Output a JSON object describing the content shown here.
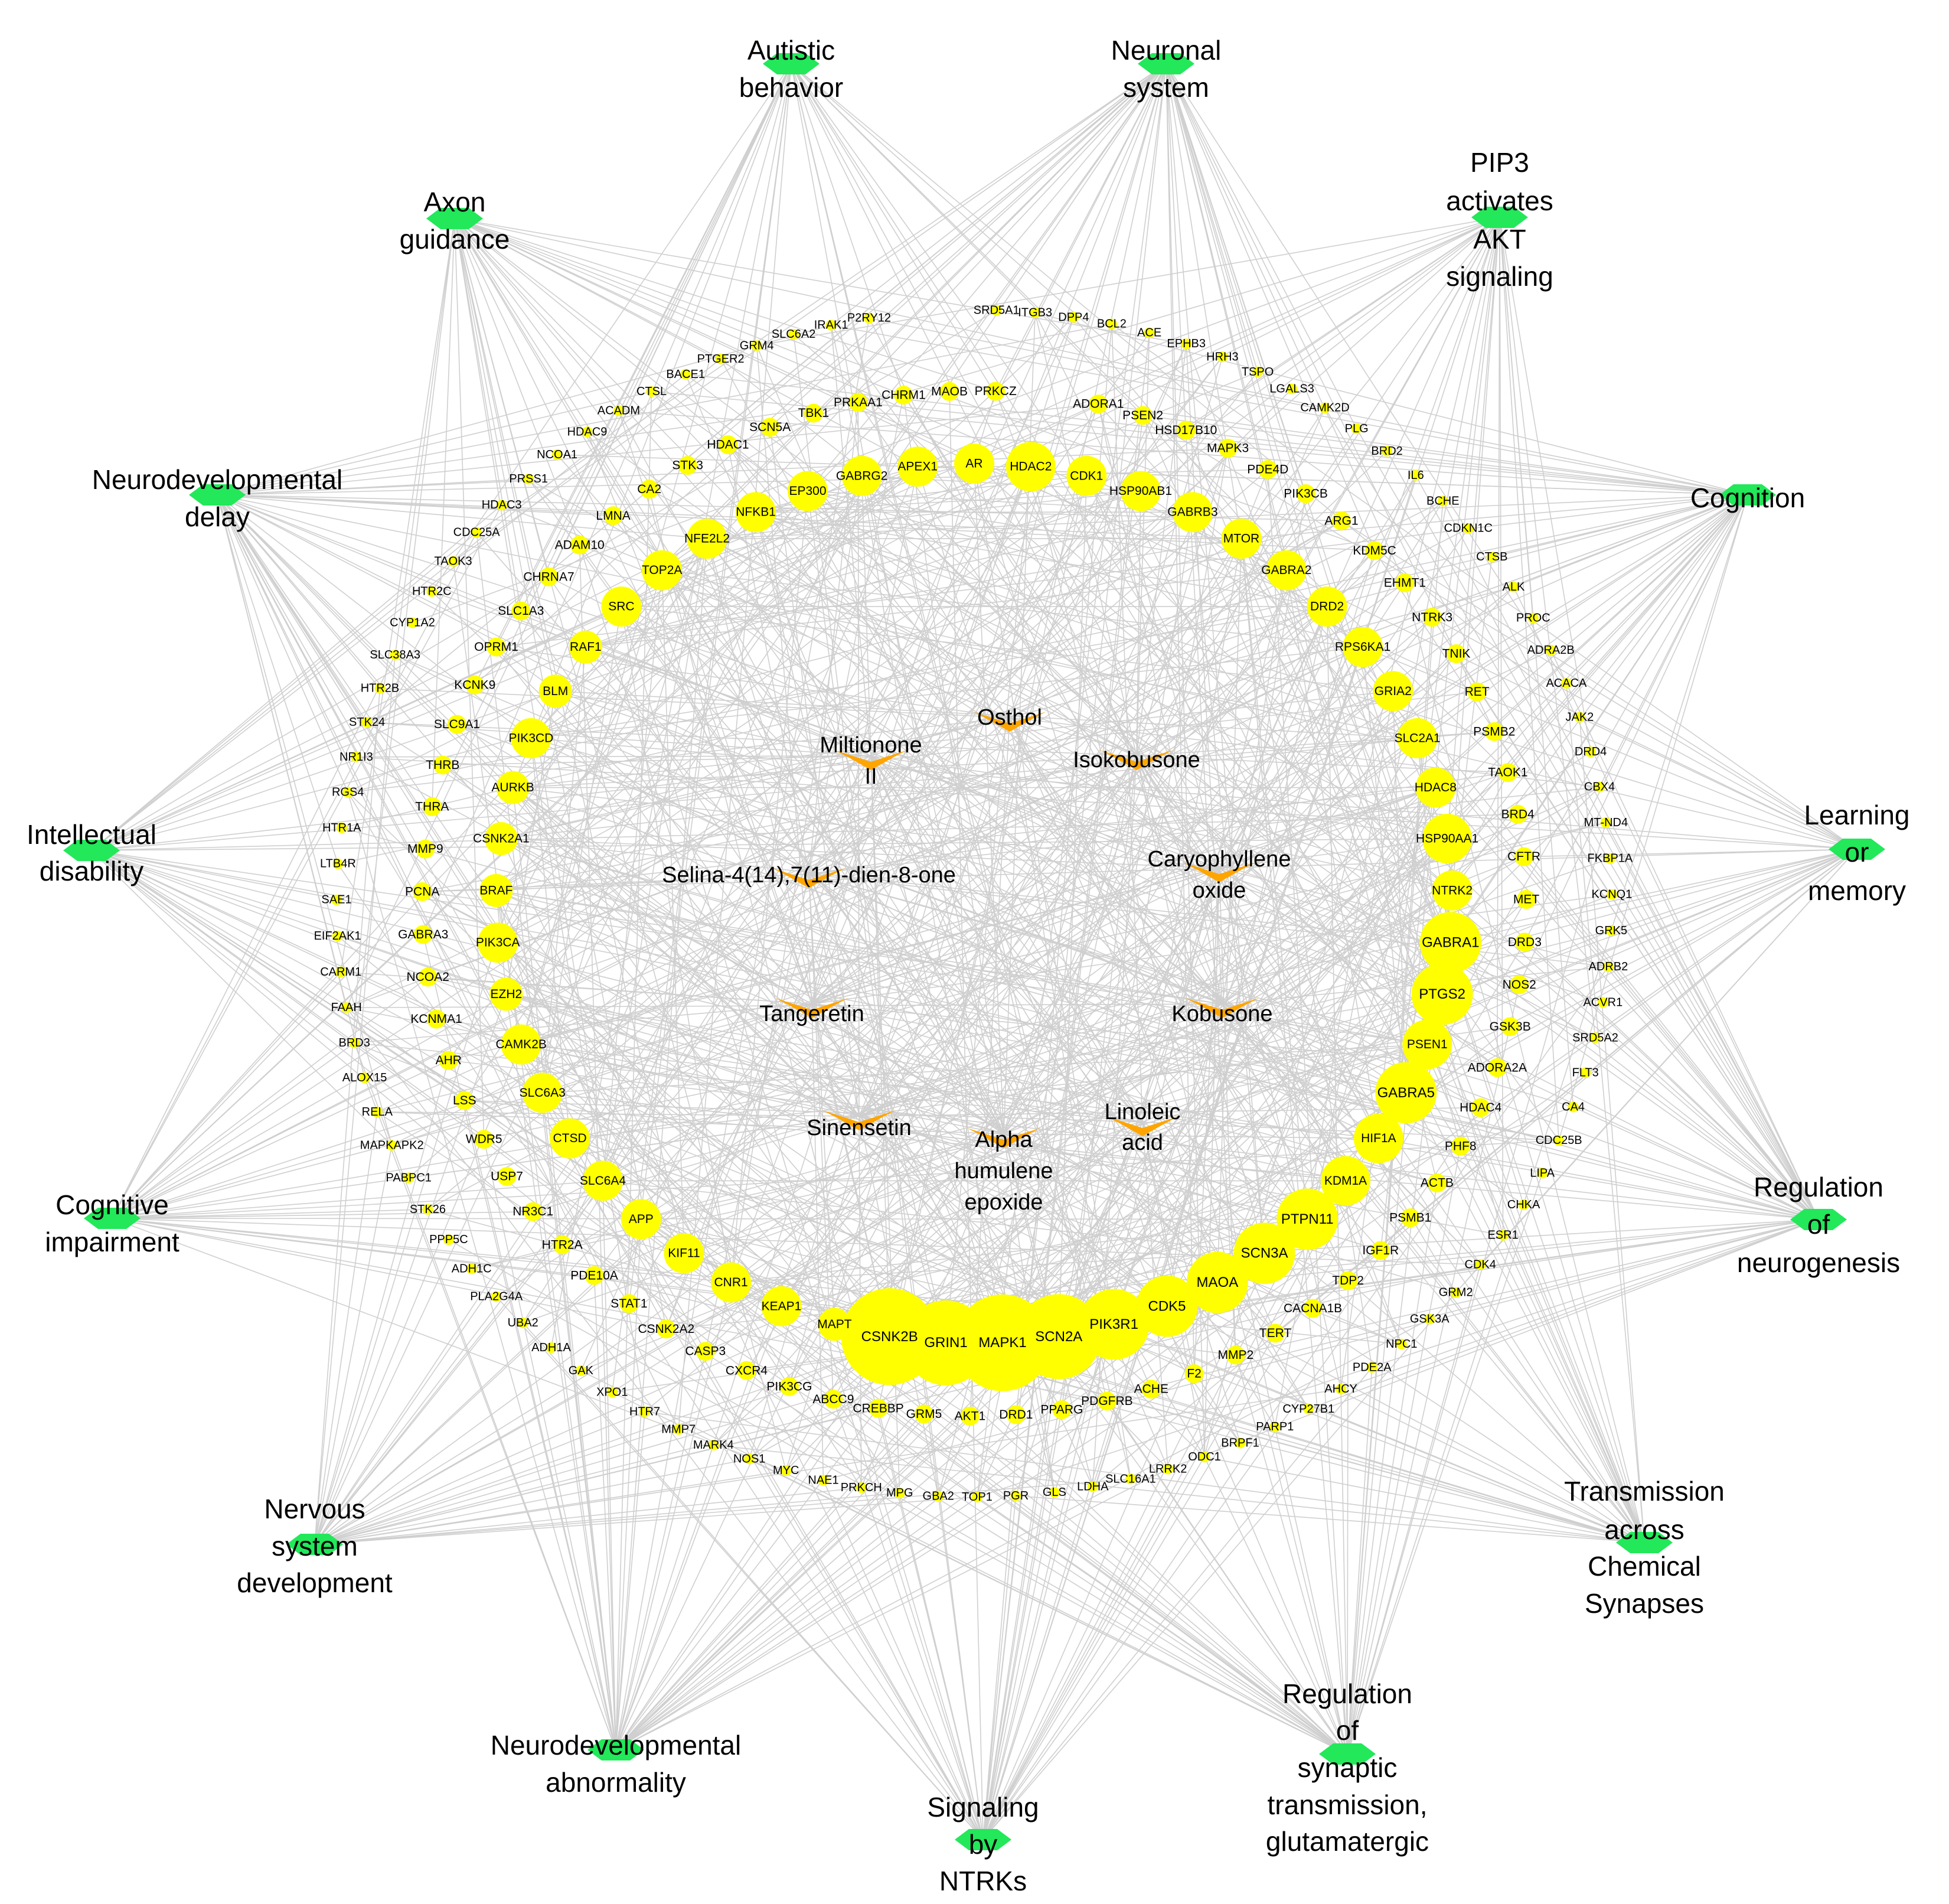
{
  "colors": {
    "background": "#ffffff",
    "edge": "#cfcfcf",
    "gene_node": "#ffff00",
    "compound_node": "#ffa500",
    "pathway_node": "#22e85a",
    "text": "#000000"
  },
  "node_shapes": {
    "gene": "circle",
    "compound": "v-shape",
    "pathway": "hexagon"
  },
  "compounds": [
    {
      "id": "osthol",
      "label": [
        "Osthol"
      ]
    },
    {
      "id": "miltionone",
      "label": [
        "Miltionone",
        "II"
      ]
    },
    {
      "id": "isokobusone",
      "label": [
        "Isokobusone"
      ]
    },
    {
      "id": "selina",
      "label": [
        "Selina-4(14),7(11)-dien-8-one"
      ]
    },
    {
      "id": "caryophyllene",
      "label": [
        "Caryophyllene",
        "oxide"
      ]
    },
    {
      "id": "tangeretin",
      "label": [
        "Tangeretin"
      ]
    },
    {
      "id": "kobusone",
      "label": [
        "Kobusone"
      ]
    },
    {
      "id": "sinensetin",
      "label": [
        "Sinensetin"
      ]
    },
    {
      "id": "linoleic",
      "label": [
        "Linoleic",
        "acid"
      ]
    },
    {
      "id": "humulene",
      "label": [
        "Alpha",
        "humulene",
        "epoxide"
      ]
    }
  ],
  "pathways": [
    {
      "id": "autistic",
      "label": [
        "Autistic",
        "behavior"
      ]
    },
    {
      "id": "neuronal",
      "label": [
        "Neuronal",
        "system"
      ]
    },
    {
      "id": "pip3",
      "label": [
        "PIP3",
        "activates",
        "AKT",
        "signaling"
      ]
    },
    {
      "id": "cognition",
      "label": [
        "Cognition"
      ]
    },
    {
      "id": "learning",
      "label": [
        "Learning",
        "or",
        "memory"
      ]
    },
    {
      "id": "neurogenesis",
      "label": [
        "Regulation",
        "of",
        "neurogenesis"
      ]
    },
    {
      "id": "transmission",
      "label": [
        "Transmission",
        "across",
        "Chemical",
        "Synapses"
      ]
    },
    {
      "id": "glutamatergic",
      "label": [
        "Regulation",
        "of",
        "synaptic",
        "transmission,",
        "glutamatergic"
      ]
    },
    {
      "id": "ntrks",
      "label": [
        "Signaling",
        "by",
        "NTRKs"
      ]
    },
    {
      "id": "neuroabn",
      "label": [
        "Neurodevelopmental",
        "abnormality"
      ]
    },
    {
      "id": "nervous",
      "label": [
        "Nervous",
        "system",
        "development"
      ]
    },
    {
      "id": "cogimp",
      "label": [
        "Cognitive",
        "impairment"
      ]
    },
    {
      "id": "intellectual",
      "label": [
        "Intellectual",
        "disability"
      ]
    },
    {
      "id": "neurodelay",
      "label": [
        "Neurodevelopmental",
        "delay"
      ]
    },
    {
      "id": "axon",
      "label": [
        "Axon",
        "guidance"
      ]
    }
  ],
  "outer_genes": [
    "SRD5A1",
    "ITGB3",
    "DPP4",
    "BCL2",
    "ACE",
    "EPHB3",
    "HRH3",
    "TSPO",
    "LGALS3",
    "CAMK2D",
    "PLG",
    "BRD2",
    "IL6",
    "BCHE",
    "CDKN1C",
    "CTSB",
    "ALK",
    "PROC",
    "ADRA2B",
    "ACACA",
    "JAK2",
    "DRD4",
    "CBX4",
    "MT-ND4",
    "FKBP1A",
    "KCNQ1",
    "GRK5",
    "ADRB2",
    "ACVR1",
    "SRD5A2",
    "FLT3",
    "CA4",
    "CDC25B",
    "LIPA",
    "CHKA",
    "ESR1",
    "CDK4",
    "GRM2",
    "GSK3A",
    "NPC1",
    "PDE2A",
    "AHCY",
    "CYP27B1",
    "PARP1",
    "BRPF1",
    "ODC1",
    "LRRK2",
    "SLC16A1",
    "LDHA",
    "GLS",
    "PGR",
    "TOP1",
    "GBA2",
    "MPG",
    "PRKCH",
    "NAE1",
    "MYC",
    "NOS1",
    "MARK4",
    "MMP7",
    "HTR7",
    "XPO1",
    "GAK",
    "ADH1A",
    "UBA2",
    "PLA2G4A",
    "ADH1C",
    "PPP5C",
    "STK26",
    "PABPC1",
    "MAPKAPK2",
    "RELA",
    "ALOX15",
    "BRD3",
    "FAAH",
    "CARM1",
    "EIF2AK1",
    "SAE1",
    "LTB4R",
    "HTR1A",
    "RGS4",
    "NR1I3",
    "STK24",
    "HTR2B",
    "SLC38A3",
    "CYP1A2",
    "HTR2C",
    "TAOK3",
    "CDC25A",
    "HDAC3",
    "PRSS1",
    "NCOA1",
    "HDAC9",
    "ACADM",
    "CTSL",
    "BACE1",
    "PTGER2",
    "GRM4",
    "SLC6A2",
    "IRAK1",
    "P2RY12"
  ],
  "middle_genes": [
    "ADORA1",
    "PSEN2",
    "HSD17B10",
    "MAPK3",
    "PDE4D",
    "PIK3CB",
    "ARG1",
    "KDM5C",
    "EHMT1",
    "NTRK3",
    "TNIK",
    "RET",
    "PSMB2",
    "TAOK1",
    "BRD4",
    "CFTR",
    "MET",
    "DRD3",
    "NOS2",
    "GSK3B",
    "ADORA2A",
    "HDAC4",
    "PHF8",
    "ACTB",
    "PSMB1",
    "IGF1R",
    "TDP2",
    "CACNA1B",
    "TERT",
    "MMP2",
    "F2",
    "ACHE",
    "PDGFRB",
    "PPARG",
    "DRD1",
    "AKT1",
    "GRM5",
    "CREBBP",
    "ABCC9",
    "PIK3CG",
    "CXCR4",
    "CASP3",
    "CSNK2A2",
    "STAT1",
    "PDE10A",
    "HTR2A",
    "NR3C1",
    "USP7",
    "WDR5",
    "LSS",
    "AHR",
    "KCNMA1",
    "NCOA2",
    "GABRA3",
    "PCNA",
    "MMP9",
    "THRA",
    "THRB",
    "SLC9A1",
    "KCNK9",
    "OPRM1",
    "SLC1A3",
    "CHRNA7",
    "ADAM10",
    "LMNA",
    "CA2",
    "STK3",
    "HDAC1",
    "SCN5A",
    "TBK1",
    "PRKAA1",
    "CHRM1",
    "MAOB",
    "PRKCZ"
  ],
  "inner_genes": [
    {
      "name": "AR",
      "degree": 3
    },
    {
      "name": "HDAC2",
      "degree": 4
    },
    {
      "name": "CDK1",
      "degree": 3
    },
    {
      "name": "HSP90AB1",
      "degree": 3
    },
    {
      "name": "GABRB3",
      "degree": 3
    },
    {
      "name": "MTOR",
      "degree": 3
    },
    {
      "name": "GABRA2",
      "degree": 3
    },
    {
      "name": "DRD2",
      "degree": 3
    },
    {
      "name": "RPS6KA1",
      "degree": 3
    },
    {
      "name": "GRIA2",
      "degree": 3
    },
    {
      "name": "SLC2A1",
      "degree": 3
    },
    {
      "name": "HDAC8",
      "degree": 3
    },
    {
      "name": "HSP90AA1",
      "degree": 4
    },
    {
      "name": "NTRK2",
      "degree": 3
    },
    {
      "name": "GABRA1",
      "degree": 5
    },
    {
      "name": "PTGS2",
      "degree": 5
    },
    {
      "name": "PSEN1",
      "degree": 4
    },
    {
      "name": "GABRA5",
      "degree": 5
    },
    {
      "name": "HIF1A",
      "degree": 4
    },
    {
      "name": "KDM1A",
      "degree": 4
    },
    {
      "name": "PTPN11",
      "degree": 5
    },
    {
      "name": "SCN3A",
      "degree": 5
    },
    {
      "name": "MAOA",
      "degree": 5
    },
    {
      "name": "CDK5",
      "degree": 5
    },
    {
      "name": "PIK3R1",
      "degree": 6
    },
    {
      "name": "SCN2A",
      "degree": 7
    },
    {
      "name": "MAPK1",
      "degree": 8
    },
    {
      "name": "GRIN1",
      "degree": 7
    },
    {
      "name": "CSNK2B",
      "degree": 8
    },
    {
      "name": "MAPT",
      "degree": 2
    },
    {
      "name": "KEAP1",
      "degree": 3
    },
    {
      "name": "CNR1",
      "degree": 3
    },
    {
      "name": "KIF11",
      "degree": 3
    },
    {
      "name": "APP",
      "degree": 3
    },
    {
      "name": "SLC6A4",
      "degree": 3
    },
    {
      "name": "CTSD",
      "degree": 3
    },
    {
      "name": "SLC6A3",
      "degree": 3
    },
    {
      "name": "CAMK2B",
      "degree": 3
    },
    {
      "name": "EZH2",
      "degree": 2
    },
    {
      "name": "PIK3CA",
      "degree": 3
    },
    {
      "name": "BRAF",
      "degree": 2
    },
    {
      "name": "CSNK2A1",
      "degree": 2
    },
    {
      "name": "AURKB",
      "degree": 2
    },
    {
      "name": "PIK3CD",
      "degree": 3
    },
    {
      "name": "BLM",
      "degree": 2
    },
    {
      "name": "RAF1",
      "degree": 2
    },
    {
      "name": "SRC",
      "degree": 3
    },
    {
      "name": "TOP2A",
      "degree": 3
    },
    {
      "name": "NFE2L2",
      "degree": 3
    },
    {
      "name": "NFKB1",
      "degree": 3
    },
    {
      "name": "EP300",
      "degree": 3
    },
    {
      "name": "GABRG2",
      "degree": 3
    },
    {
      "name": "APEX1",
      "degree": 3
    }
  ]
}
